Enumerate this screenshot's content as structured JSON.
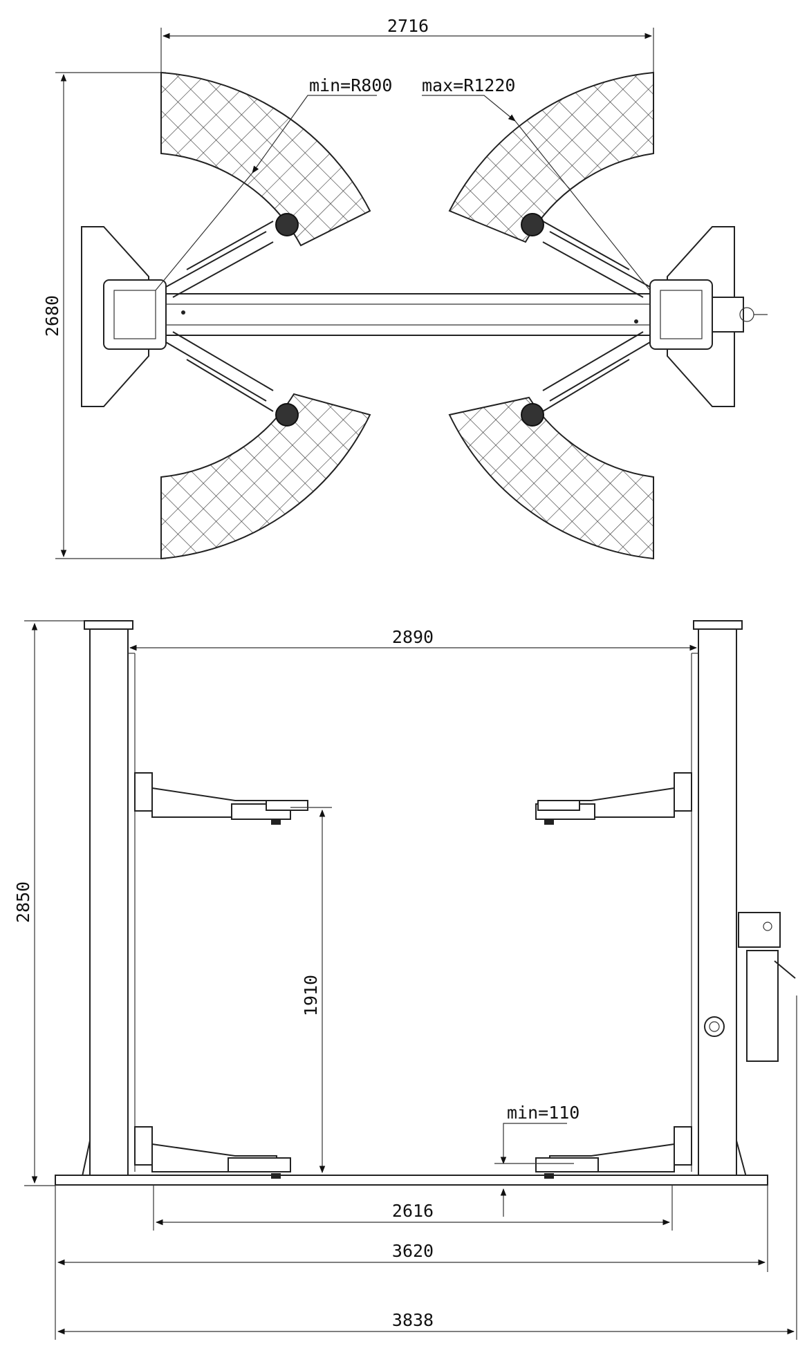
{
  "top_view": {
    "overall_width": "2716",
    "overall_depth": "2680",
    "min_radius": "min=R800",
    "max_radius": "max=R1220"
  },
  "front_view": {
    "inner_width": "2890",
    "total_height": "2850",
    "max_lift_height": "1910",
    "min_pad_height": "min=110",
    "drive_through_width": "2616",
    "base_width": "3620",
    "overall_width": "3838"
  }
}
